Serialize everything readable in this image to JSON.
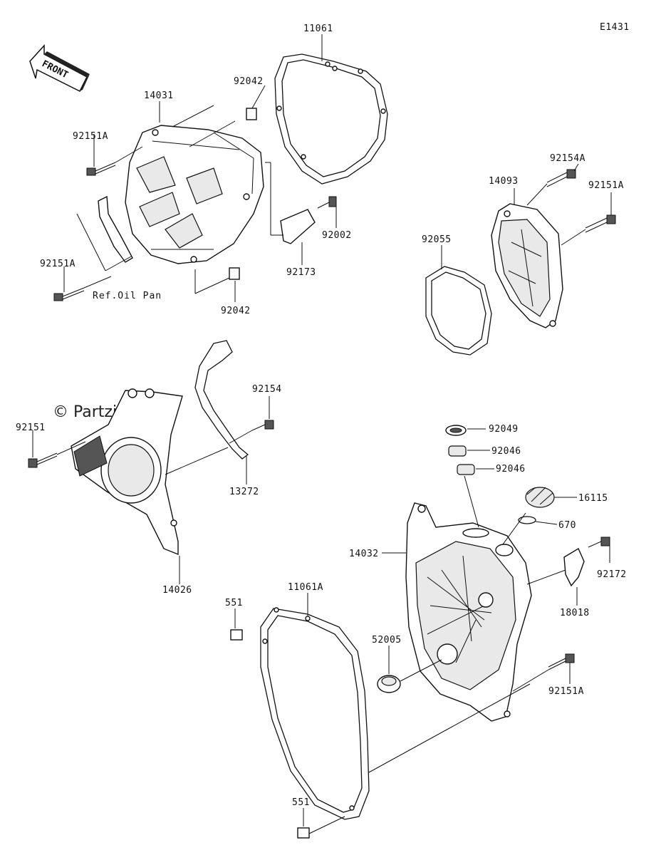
{
  "diagram_code": "E1431",
  "front_label": "FRONT",
  "watermark": "© Partzilla.com",
  "reference_note": "Ref.Oil Pan",
  "parts": {
    "p11061": "11061",
    "p92042_top": "92042",
    "p14031": "14031",
    "p92151A_1": "92151A",
    "p92151A_2": "92151A",
    "p92002": "92002",
    "p92173": "92173",
    "p92042_bottom": "92042",
    "p92154A": "92154A",
    "p14093": "14093",
    "p92151A_3": "92151A",
    "p92055": "92055",
    "p92154": "92154",
    "p92151": "92151",
    "p13272": "13272",
    "p14026": "14026",
    "p92049": "92049",
    "p92046_1": "92046",
    "p92046_2": "92046",
    "p16115": "16115",
    "p670": "670",
    "p14032": "14032",
    "p92172": "92172",
    "p18018": "18018",
    "p551_top": "551",
    "p11061A": "11061A",
    "p52005": "52005",
    "p92151A_4": "92151A",
    "p551_bottom": "551"
  }
}
